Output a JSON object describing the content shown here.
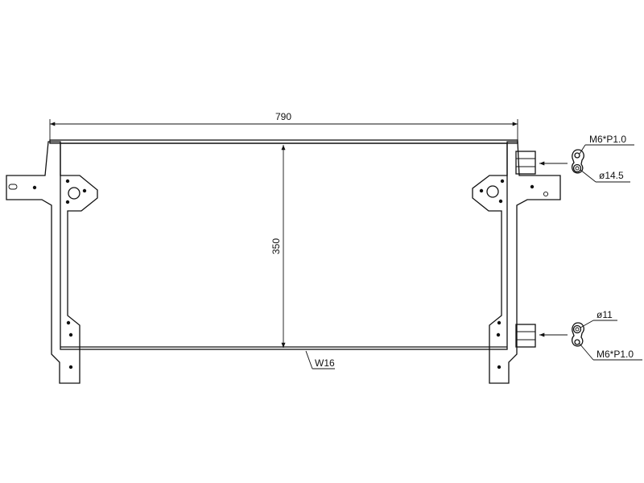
{
  "drawing": {
    "overall_width": "790",
    "core_height": "350",
    "core_thickness": "W16",
    "upper_fitting": {
      "thread": "M6*P1.0",
      "bore": "ø14.5"
    },
    "lower_fitting": {
      "bore": "ø11",
      "thread": "M6*P1.0"
    }
  }
}
